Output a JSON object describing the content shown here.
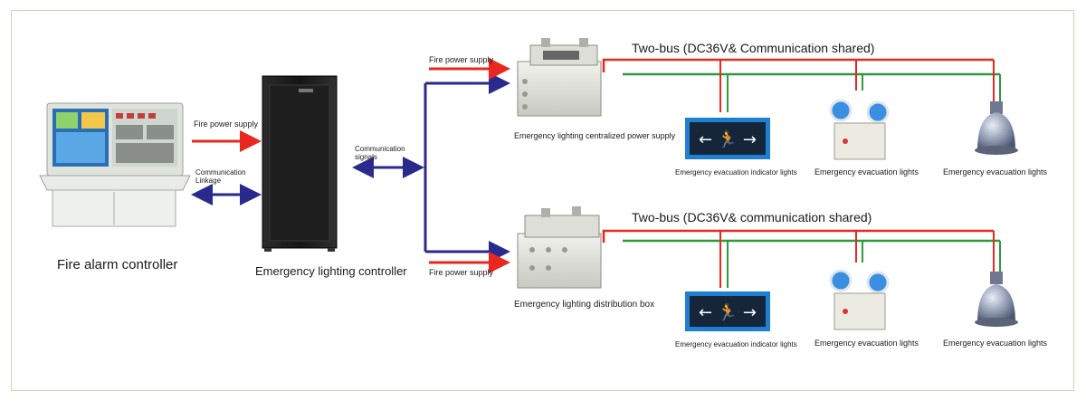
{
  "labels": {
    "fire_alarm_controller": "Fire alarm controller",
    "emergency_lighting_controller": "Emergency lighting controller",
    "fire_power_supply_left": "Fire power supply",
    "communication_linkage_line1": "Communication",
    "communication_linkage_line2": "Linkage",
    "communication_signals_line1": "Communication",
    "communication_signals_line2": "signals",
    "fire_power_supply_top": "Fire power supply",
    "fire_power_supply_bottom": "Fire power supply",
    "bus_top": "Two-bus (DC36V& Communication shared)",
    "bus_bottom": "Two-bus (DC36V& communication shared)",
    "centralized_power_supply": "Emergency lighting centralized power supply",
    "distribution_box": "Emergency lighting distribution box",
    "indicator_top": "Emergency evacuation indicator lights",
    "evac_top_1": "Emergency evacuation lights",
    "evac_top_2": "Emergency evacuation lights",
    "indicator_bottom": "Emergency evacuation indicator lights",
    "evac_bottom_1": "Emergency evacuation lights",
    "evac_bottom_2": "Emergency evacuation lights"
  },
  "colors": {
    "power_line": "#e8281e",
    "communication_line": "#2a2a8c",
    "bus_green": "#2e9a3c",
    "frame_border": "#c9d9a8",
    "sign_blue": "#1f7fd1"
  }
}
